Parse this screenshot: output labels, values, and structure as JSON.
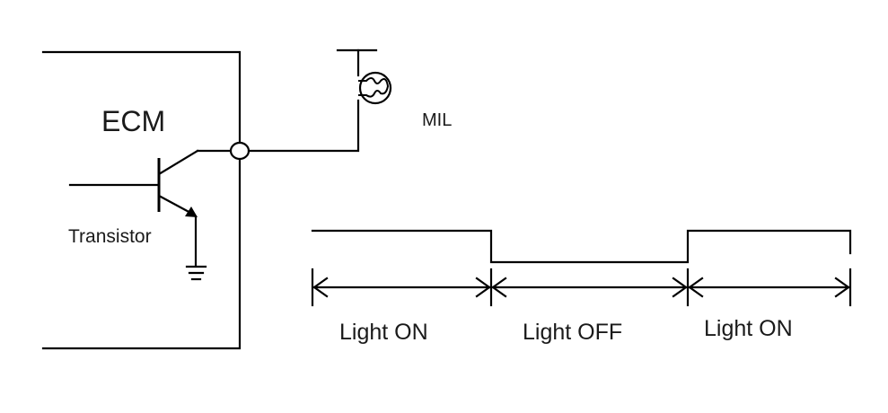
{
  "labels": {
    "ecm": "ECM",
    "mil": "MIL",
    "transistor": "Transistor",
    "period1": "Light ON",
    "period2": "Light OFF",
    "period3": "Light ON"
  },
  "waveform": [
    {
      "state": "high",
      "label_key": "period1"
    },
    {
      "state": "low",
      "label_key": "period2"
    },
    {
      "state": "high",
      "label_key": "period3"
    }
  ],
  "icons": {
    "lamp": "lamp-icon",
    "ground": "ground-icon",
    "transistor": "npn-transistor-icon",
    "junction": "junction-node-icon"
  }
}
